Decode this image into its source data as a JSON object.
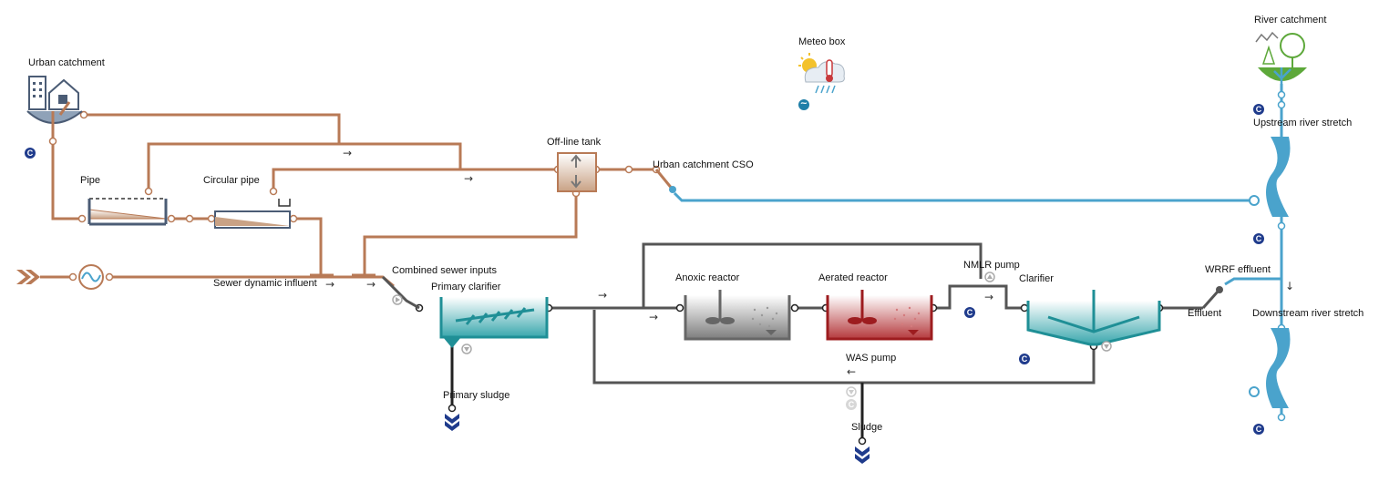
{
  "labels": {
    "urban_catchment": "Urban catchment",
    "meteo_box": "Meteo box",
    "river_catchment": "River catchment",
    "upstream_river_stretch": "Upstream river stretch",
    "pipe": "Pipe",
    "circular_pipe": "Circular pipe",
    "offline_tank": "Off-line tank",
    "urban_catchment_cso": "Urban catchment CSO",
    "sewer_dynamic_influent": "Sewer dynamic influent",
    "combined_sewer_inputs": "Combined sewer inputs",
    "primary_clarifier": "Primary clarifier",
    "anoxic_reactor": "Anoxic reactor",
    "aerated_reactor": "Aerated reactor",
    "nmlr_pump": "NMLR pump",
    "clarifier": "Clarifier",
    "wrrf_effluent": "WRRF effluent",
    "effluent": "Effluent",
    "downstream_river_stretch": "Downstream river stretch",
    "was_pump": "WAS pump",
    "primary_sludge": "Primary sludge",
    "sludge": "Sludge"
  },
  "badge_letter": "C",
  "meteo_badge_symbol": "~",
  "flow_arrows": {
    "right": "→",
    "left": "←",
    "down": "↓"
  },
  "colors": {
    "sewer_pipe": "#b87a56",
    "river_pipe": "#4aa3cc",
    "plant_pipe": "#555555",
    "clarifier_teal": "#1f8f96",
    "anoxic_gray": "#777777",
    "aerated_red": "#9d1c1f",
    "badge_navy": "#1f3b8c",
    "sludge_navy": "#1f3b8c",
    "river_green": "#5da83a"
  }
}
